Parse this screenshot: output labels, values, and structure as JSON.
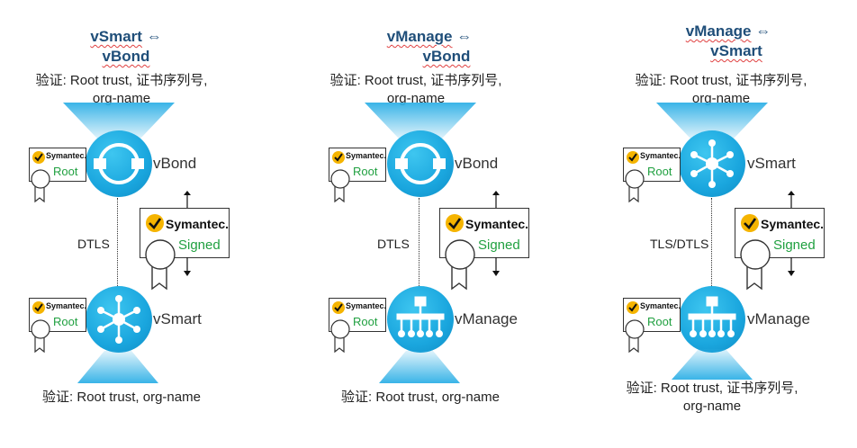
{
  "panels": [
    {
      "title_a": "vSmart",
      "title_sym": "⇔",
      "title_b": "vBond",
      "top_verify": [
        "验证: Root trust, 证书序列号,",
        "org-name"
      ],
      "top_node": {
        "label": "vBond",
        "icon": "vbond-orchestrator-icon"
      },
      "top_cert": {
        "brand": "Symantec.",
        "role": "Root"
      },
      "link_label": "DTLS",
      "signed_cert": {
        "brand": "Symantec.",
        "role": "Signed"
      },
      "bottom_node": {
        "label": "vSmart",
        "icon": "vsmart-controller-icon"
      },
      "bottom_cert": {
        "brand": "Symantec.",
        "role": "Root"
      },
      "bottom_verify": [
        "验证: Root trust, org-name"
      ]
    },
    {
      "title_a": "vManage",
      "title_sym": "⇔",
      "title_b": "vBond",
      "top_verify": [
        "验证: Root trust, 证书序列号,",
        "org-name"
      ],
      "top_node": {
        "label": "vBond",
        "icon": "vbond-orchestrator-icon"
      },
      "top_cert": {
        "brand": "Symantec.",
        "role": "Root"
      },
      "link_label": "DTLS",
      "signed_cert": {
        "brand": "Symantec.",
        "role": "Signed"
      },
      "bottom_node": {
        "label": "vManage",
        "icon": "vmanage-icon"
      },
      "bottom_cert": {
        "brand": "Symantec.",
        "role": "Root"
      },
      "bottom_verify": [
        "验证: Root trust, org-name"
      ]
    },
    {
      "title_a": "vManage",
      "title_sym": "⇔",
      "title_b": "vSmart",
      "top_verify": [
        "验证: Root trust, 证书序列号,",
        "org-name"
      ],
      "top_node": {
        "label": "vSmart",
        "icon": "vsmart-controller-icon"
      },
      "top_cert": {
        "brand": "Symantec.",
        "role": "Root"
      },
      "link_label": "TLS/DTLS",
      "signed_cert": {
        "brand": "Symantec.",
        "role": "Signed"
      },
      "bottom_node": {
        "label": "vManage",
        "icon": "vmanage-icon"
      },
      "bottom_cert": {
        "brand": "Symantec.",
        "role": "Root"
      },
      "bottom_verify": [
        "验证: Root trust, 证书序列号,",
        "org-name"
      ]
    }
  ],
  "colors": {
    "title": "#1f4e79",
    "node_blue": "#1aa6de",
    "beam": "#2fb0e6",
    "cert_role_green": "#20a040",
    "check_gold": "#f5b400"
  }
}
